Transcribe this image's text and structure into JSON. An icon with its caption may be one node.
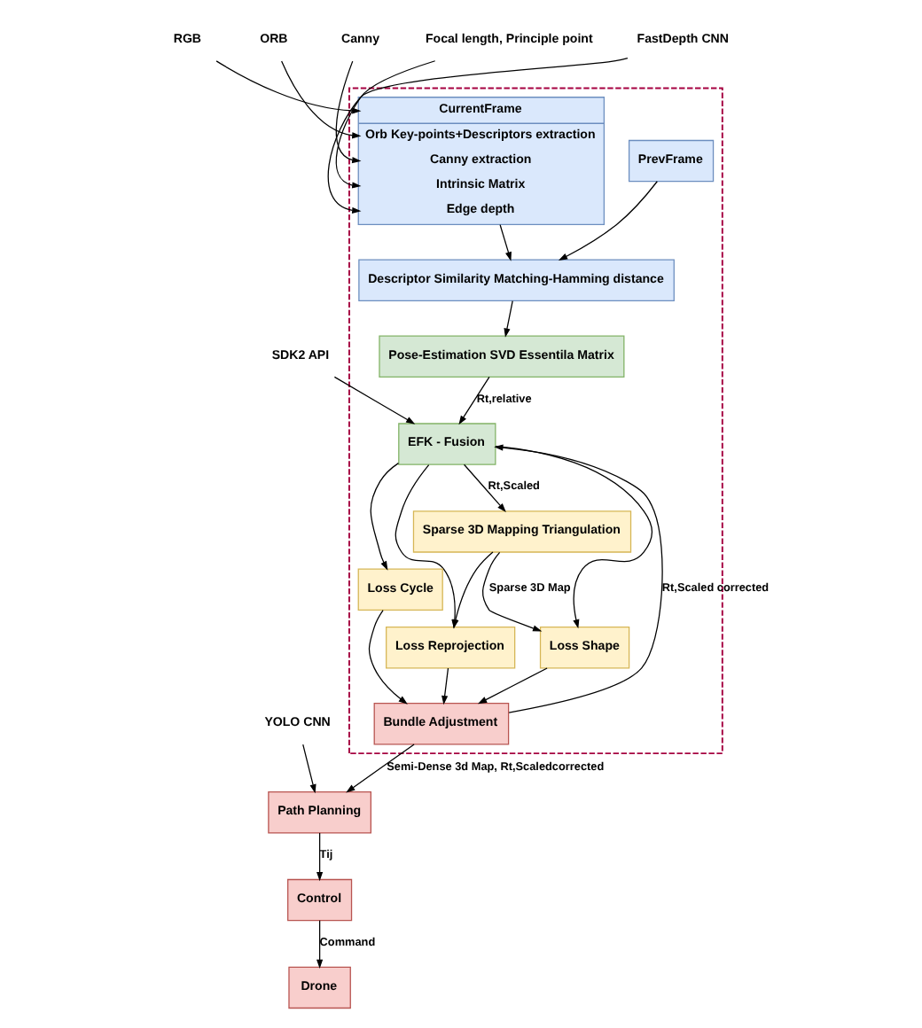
{
  "diagram": {
    "nodes": [
      {
        "text": [],
        "shape": "box"
      },
      {
        "text": [
          "PrevFrame"
        ],
        "in": 0
      },
      {
        "text": [
          "Descriptor Similarity Matching-Hamming distance"
        ],
        "in": 0
      },
      {
        "text": [
          "CurrentFrame",
          "Orb Key-points+Descriptors extraction",
          "Canny extraction",
          "Intrinsic Matrix",
          "Edge depth"
        ],
        "in": 0
      },
      {
        "text": [
          "RGB"
        ]
      },
      {
        "text": [
          "ORB"
        ]
      },
      {
        "text": [
          "Canny"
        ]
      },
      {
        "text": [
          "Focal length, Principle point"
        ]
      },
      {
        "text": [
          "FastDepth CNN"
        ]
      },
      {
        "text": [
          "Pose-Estimation SVD Essentila Matrix"
        ],
        "in": 0
      },
      {
        "text": [
          "SDK2 API"
        ]
      },
      {
        "text": [
          "EFK - Fusion"
        ],
        "in": 0
      },
      {
        "text": [
          "Sparse 3D Mapping Triangulation"
        ],
        "in": 0
      },
      {
        "text": [
          "Loss Shape"
        ],
        "in": 0
      },
      {
        "text": [
          "Loss Reprojection"
        ],
        "in": 0
      },
      {
        "text": [
          "Loss Cycle"
        ],
        "in": 0
      },
      {
        "text": [
          "Bundle Adjustment"
        ],
        "in": 0
      },
      {
        "text": [
          "YOLO CNN"
        ]
      },
      {
        "text": [
          "Path Planning"
        ]
      },
      {
        "text": [
          "Control"
        ]
      },
      {
        "text": [
          "Drone"
        ]
      }
    ],
    "edges": [
      {
        "from": 1,
        "to": 2,
        "arrow": "to"
      },
      {
        "from": 3,
        "to": 2,
        "arrow": "to"
      },
      {
        "from": 4,
        "to": 3,
        "arrow": "to"
      },
      {
        "from": 5,
        "to": 3,
        "arrow": "to"
      },
      {
        "from": 6,
        "to": 3,
        "arrow": "to"
      },
      {
        "from": 7,
        "to": 3,
        "arrow": "to"
      },
      {
        "from": 8,
        "to": 3,
        "arrow": "to"
      },
      {
        "from": 2,
        "to": 9,
        "arrow": "to"
      },
      {
        "from": 9,
        "to": 11,
        "arrow": "to",
        "label": "Rt,relative"
      },
      {
        "from": 10,
        "to": 11,
        "arrow": "to"
      },
      {
        "from": 16,
        "to": 11,
        "arrow": "to",
        "label": "Rt,Scaled corrected"
      },
      {
        "from": 11,
        "to": 12,
        "arrow": "to",
        "label": "Rt,Scaled"
      },
      {
        "from": 11,
        "to": 13,
        "arrow": "to"
      },
      {
        "from": 11,
        "to": 14,
        "arrow": "to"
      },
      {
        "from": 11,
        "to": 15,
        "arrow": "to"
      },
      {
        "from": 12,
        "to": 13,
        "arrow": "to",
        "label": "Sparse 3D Map"
      },
      {
        "from": 12,
        "to": 14,
        "arrow": "to"
      },
      {
        "from": 13,
        "to": 16,
        "arrow": "to"
      },
      {
        "from": 14,
        "to": 16,
        "arrow": "to"
      },
      {
        "from": 15,
        "to": 16,
        "arrow": "to"
      },
      {
        "from": 16,
        "to": 18,
        "arrow": "to",
        "label": "Semi-Dense 3d Map, Rt,Scaledcorrected"
      },
      {
        "from": 17,
        "to": 18,
        "arrow": "to"
      },
      {
        "from": 18,
        "to": 19,
        "arrow": "to",
        "label": "Tij"
      },
      {
        "from": 19,
        "to": 20,
        "arrow": "to",
        "label": "Command"
      }
    ]
  }
}
